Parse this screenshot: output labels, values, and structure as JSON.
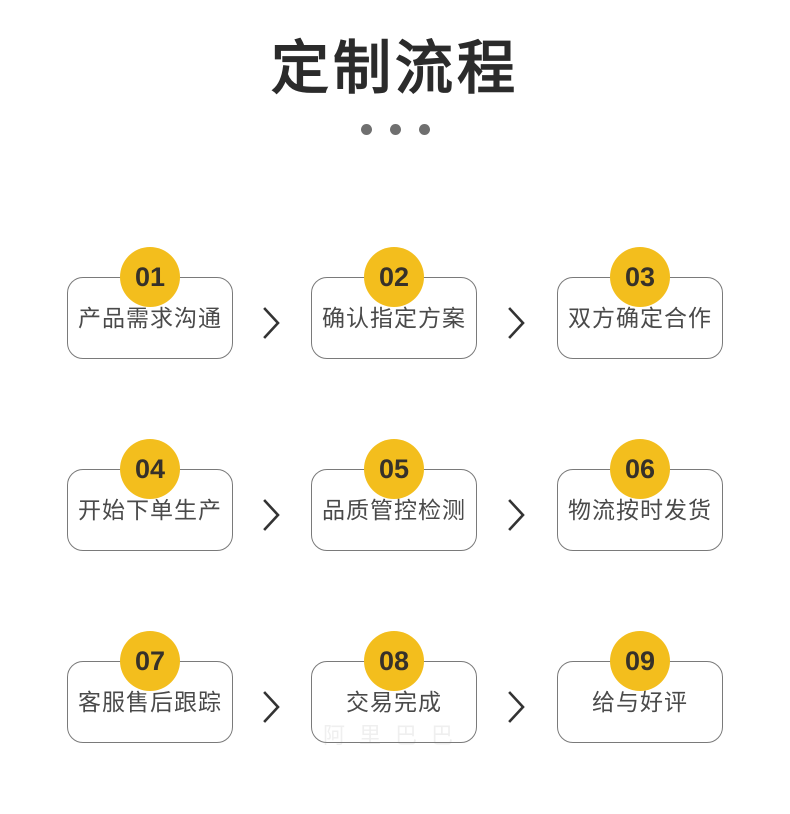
{
  "header": {
    "title": "定制流程",
    "dots_count": 3,
    "dot_color": "#6f6f6f",
    "title_color": "#2b2b2b"
  },
  "theme": {
    "badge_color": "#f3be1d",
    "badge_text_color": "#36312a",
    "box_border_color": "#7a7a7a",
    "label_color": "#4a4a4a",
    "arrow_color": "#333333",
    "background": "#ffffff"
  },
  "flow": {
    "arrow_glyph": "›",
    "rows": [
      {
        "steps": [
          {
            "number": "01",
            "label": "产品需求沟通"
          },
          {
            "number": "02",
            "label": "确认指定方案"
          },
          {
            "number": "03",
            "label": "双方确定合作"
          }
        ]
      },
      {
        "steps": [
          {
            "number": "04",
            "label": "开始下单生产"
          },
          {
            "number": "05",
            "label": "品质管控检测"
          },
          {
            "number": "06",
            "label": "物流按时发货"
          }
        ]
      },
      {
        "steps": [
          {
            "number": "07",
            "label": "客服售后跟踪"
          },
          {
            "number": "08",
            "label": "交易完成"
          },
          {
            "number": "09",
            "label": "给与好评"
          }
        ]
      }
    ]
  },
  "watermark": {
    "text": "阿里巴巴"
  }
}
